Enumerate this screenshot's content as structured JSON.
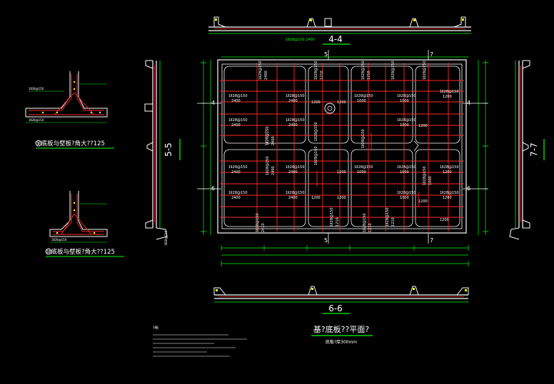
{
  "colors": {
    "background": "#000000",
    "outline": "#ffffff",
    "rebar": "#ff2a2a",
    "dimension": "#00ff00",
    "note_text": "#ffffff",
    "accent": "#ffff00",
    "grid": "#00ffff"
  },
  "sections": {
    "s44": "4-4",
    "s55": "5-5",
    "s66": "6-6",
    "s77": "7-7"
  },
  "main_plan": {
    "title": "基?底板??平面?",
    "subtitle": "底板?厚300mm",
    "grid_marks": [
      "4",
      "5",
      "6",
      "7"
    ]
  },
  "details": {
    "d9": "⑨底板与壁板?角大??125",
    "d10": "⑩底板与壁板?角大??125"
  },
  "rebar_labels": {
    "spec_a": "1Ⅱ28@150",
    "spec_b": "1Ⅱ28@150",
    "len_2400": "2400",
    "len_1200": "1200",
    "len_1000": "1000",
    "len_1210": "1210",
    "len_2410": "2410"
  },
  "notes_heading": "?明"
}
